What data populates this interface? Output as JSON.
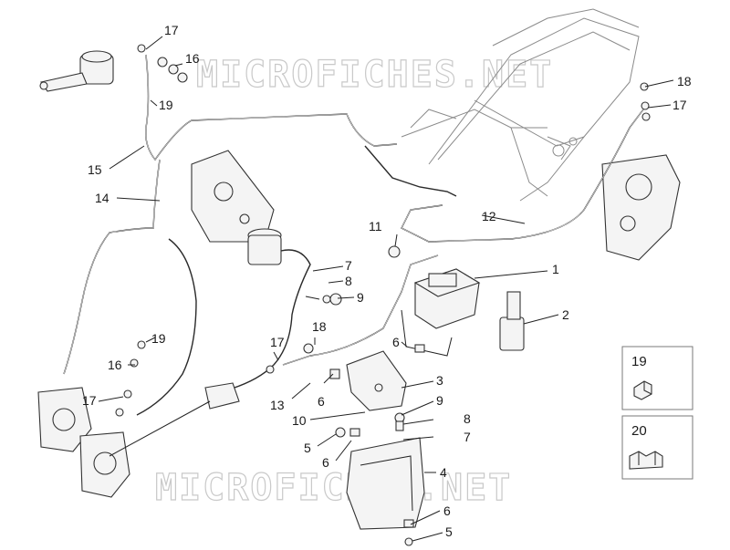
{
  "watermark": "MICROFICHES.NET",
  "callouts": [
    {
      "id": "c17a",
      "text": "17"
    },
    {
      "id": "c16a",
      "text": "16"
    },
    {
      "id": "c19a",
      "text": "19"
    },
    {
      "id": "c15",
      "text": "15"
    },
    {
      "id": "c14",
      "text": "14"
    },
    {
      "id": "c18a",
      "text": "18"
    },
    {
      "id": "c17b",
      "text": "17"
    },
    {
      "id": "c12",
      "text": "12"
    },
    {
      "id": "c11",
      "text": "11"
    },
    {
      "id": "c1",
      "text": "1"
    },
    {
      "id": "c7a",
      "text": "7"
    },
    {
      "id": "c8a",
      "text": "8"
    },
    {
      "id": "c9a",
      "text": "9"
    },
    {
      "id": "c2",
      "text": "2"
    },
    {
      "id": "c18b",
      "text": "18"
    },
    {
      "id": "c19b",
      "text": "19"
    },
    {
      "id": "c17c",
      "text": "17"
    },
    {
      "id": "c6a",
      "text": "6"
    },
    {
      "id": "c16b",
      "text": "16"
    },
    {
      "id": "c6b",
      "text": "6"
    },
    {
      "id": "c3",
      "text": "3"
    },
    {
      "id": "c17d",
      "text": "17"
    },
    {
      "id": "c13",
      "text": "13"
    },
    {
      "id": "c9b",
      "text": "9"
    },
    {
      "id": "c10",
      "text": "10"
    },
    {
      "id": "c8b",
      "text": "8"
    },
    {
      "id": "c7b",
      "text": "7"
    },
    {
      "id": "c5a",
      "text": "5"
    },
    {
      "id": "c6c",
      "text": "6"
    },
    {
      "id": "c4",
      "text": "4"
    },
    {
      "id": "c6d",
      "text": "6"
    },
    {
      "id": "c5b",
      "text": "5"
    }
  ],
  "insets": [
    {
      "id": "inset19",
      "label": "19"
    },
    {
      "id": "inset20",
      "label": "20"
    }
  ]
}
